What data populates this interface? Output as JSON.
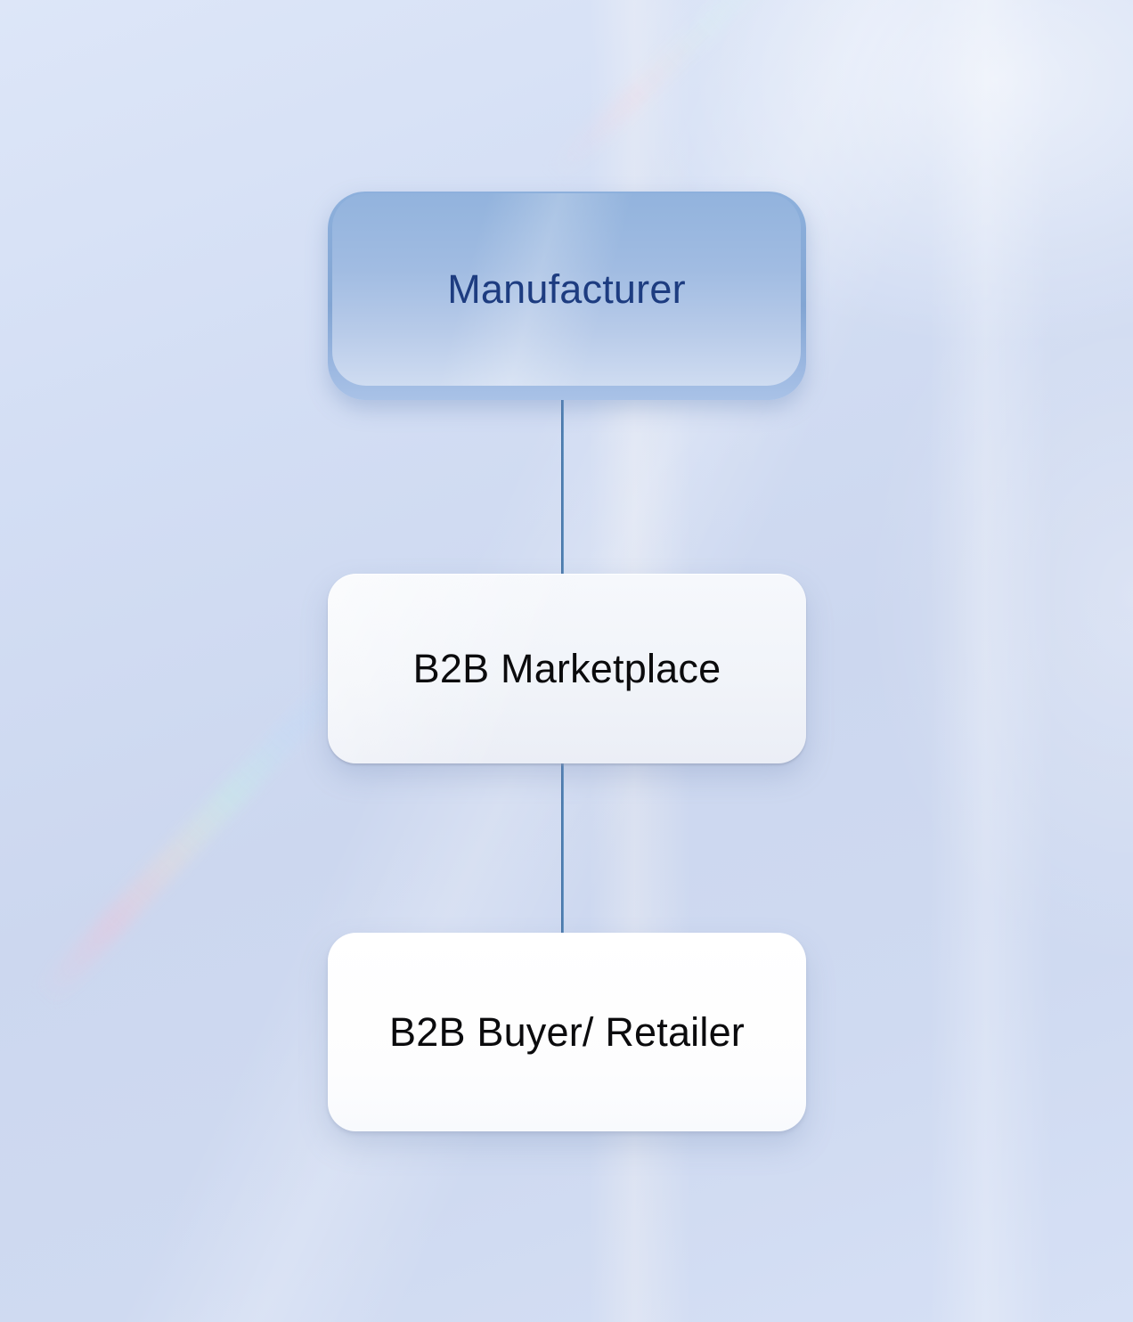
{
  "diagram": {
    "type": "flowchart",
    "direction": "top-down",
    "nodes": [
      {
        "id": "manufacturer",
        "label": "Manufacturer",
        "variant": "blue"
      },
      {
        "id": "b2b-marketplace",
        "label": "B2B Marketplace",
        "variant": "light"
      },
      {
        "id": "b2b-buyer-retailer",
        "label": "B2B Buyer/ Retailer",
        "variant": "white"
      }
    ],
    "connectors": [
      {
        "from": "manufacturer",
        "to": "b2b-marketplace"
      },
      {
        "from": "b2b-marketplace",
        "to": "b2b-buyer-retailer"
      }
    ]
  },
  "theme": {
    "node-blue-text": "#1d3c80",
    "node-dark-text": "#0b0b0d",
    "connector-color": "#4f80b3",
    "connector-edge": "#3e6c9e",
    "background-base": "#ccd7ef",
    "node-blue-top": "#92b3dd",
    "node-blue-bottom": "#cfdcf1"
  }
}
